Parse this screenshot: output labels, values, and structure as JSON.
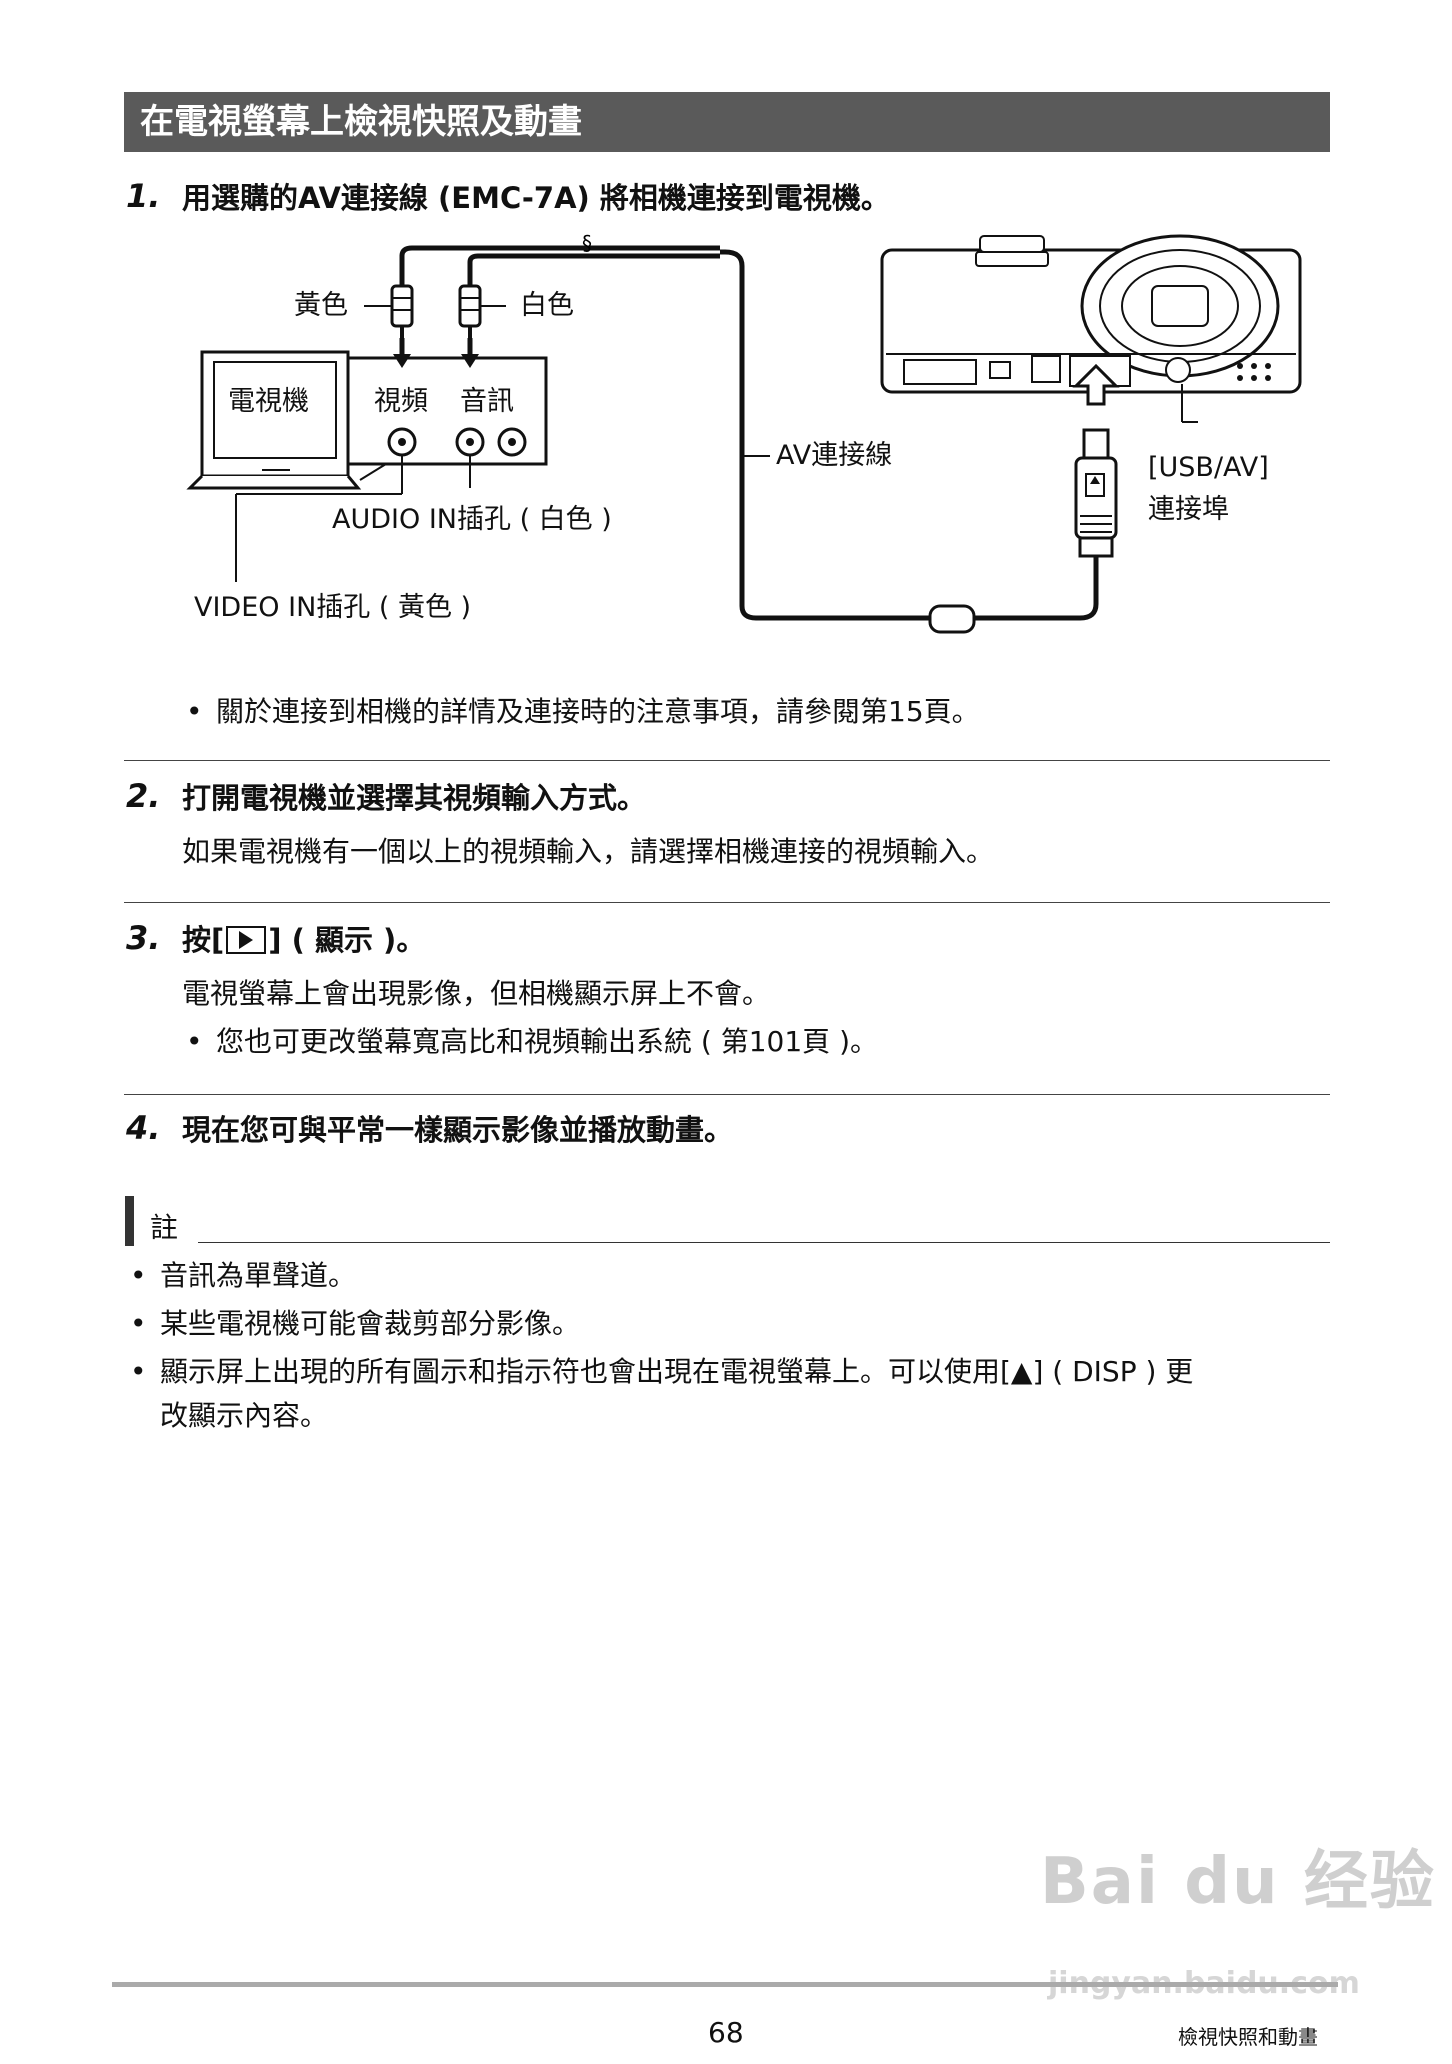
{
  "title": "在電視螢幕上檢視快照及動畫",
  "steps": [
    {
      "num": "1.",
      "heading": "用選購的AV連接線 (EMC-7A) 將相機連接到電視機。"
    },
    {
      "num": "2.",
      "heading": "打開電視機並選擇其視頻輸入方式。",
      "body": "如果電視機有一個以上的視頻輸入，請選擇相機連接的視頻輸入。"
    },
    {
      "num": "3.",
      "heading_pre": "按[",
      "heading_post": "] ( 顯示 )。",
      "body": "電視螢幕上會出現影像，但相機顯示屏上不會。",
      "bullet": "您也可更改螢幕寬高比和視頻輸出系統 ( 第101頁 )。"
    },
    {
      "num": "4.",
      "heading": "現在您可與平常一樣顯示影像並播放動畫。"
    }
  ],
  "diagram": {
    "yellow": "黃色",
    "white": "白色",
    "tv": "電視機",
    "video": "視頻",
    "audio": "音訊",
    "av_cable": "AV連接線",
    "usb_port_line1": "[USB/AV]",
    "usb_port_line2": "連接埠",
    "audio_in": "AUDIO IN插孔 ( 白色 )",
    "video_in": "VIDEO IN插孔 ( 黃色 )"
  },
  "step1_bullet": "關於連接到相機的詳情及連接時的注意事項，請參閱第15頁。",
  "note": {
    "label": "註",
    "items": [
      "音訊為單聲道。",
      "某些電視機可能會裁剪部分影像。",
      "顯示屏上出現的所有圖示和指示符也會出現在電視螢幕上。可以使用[▲] ( DISP ) 更",
      "改顯示內容。"
    ]
  },
  "footer": {
    "page": "68",
    "section": "檢視快照和動畫"
  },
  "watermark": {
    "line1": "Bai du 经验",
    "line2": "jingyan.baidu.com"
  },
  "icons": {
    "play": "play-icon"
  }
}
